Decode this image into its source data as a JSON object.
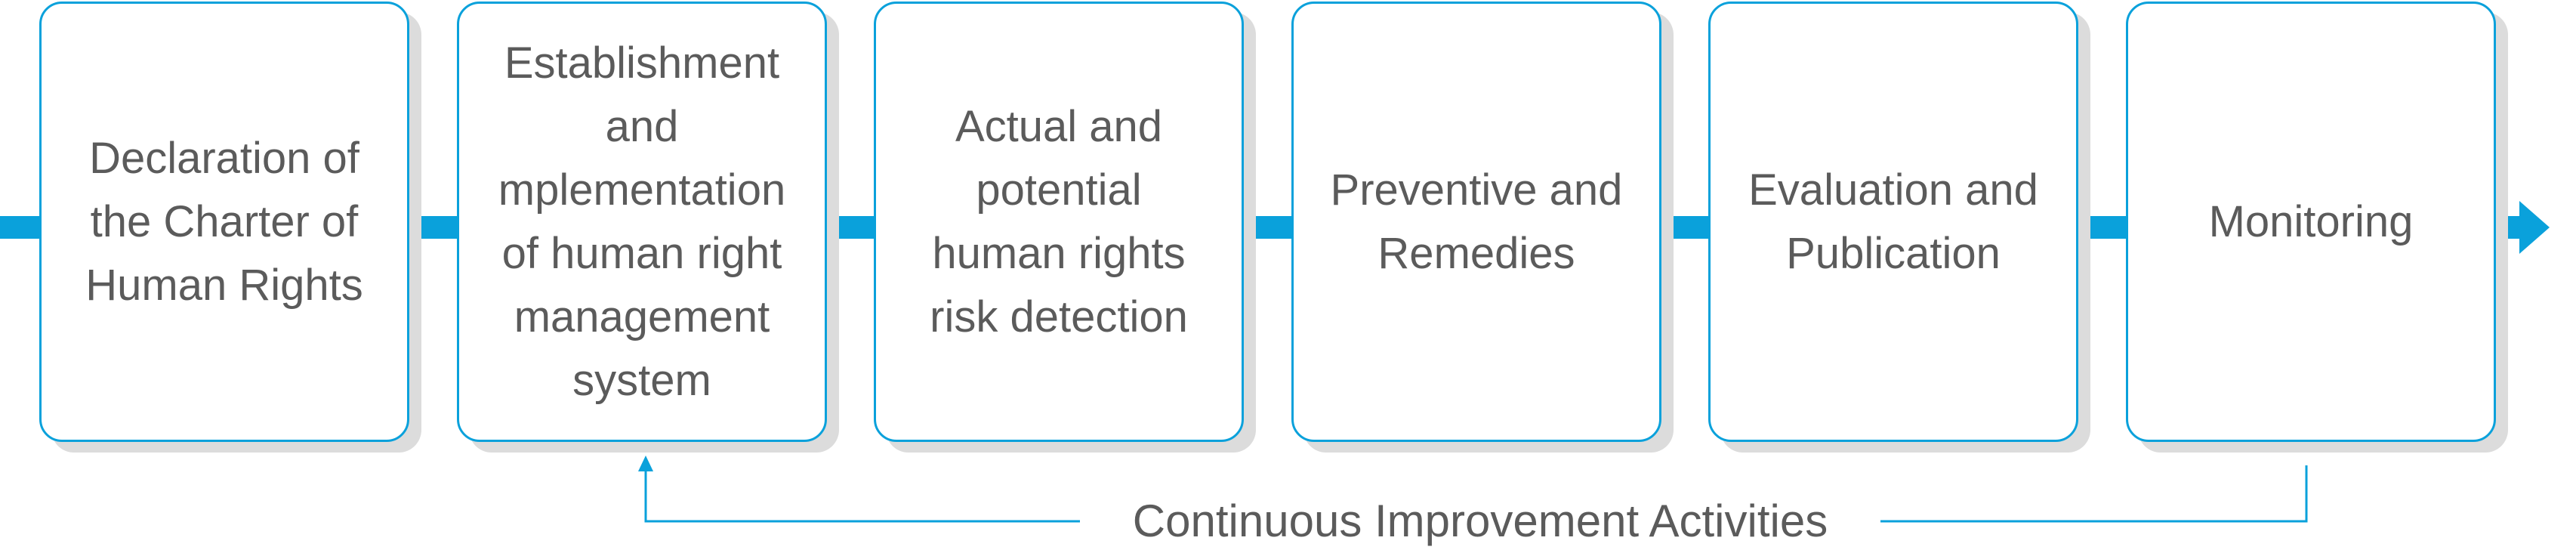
{
  "steps": [
    {
      "label": "Declaration of\nthe Charter of\nHuman Rights"
    },
    {
      "label": "Establishment\nand\nmplementation\nof human right\nmanagement\nsystem"
    },
    {
      "label": "Actual and\npotential\nhuman rights\nrisk detection"
    },
    {
      "label": "Preventive and\nRemedies"
    },
    {
      "label": "Evaluation and\nPublication"
    },
    {
      "label": "Monitoring"
    }
  ],
  "feedback": {
    "label": "Continuous Improvement Activities"
  },
  "colors": {
    "accent": "#0aa1db",
    "text": "#5b5b5b",
    "shadow": "#dcdcdc"
  }
}
